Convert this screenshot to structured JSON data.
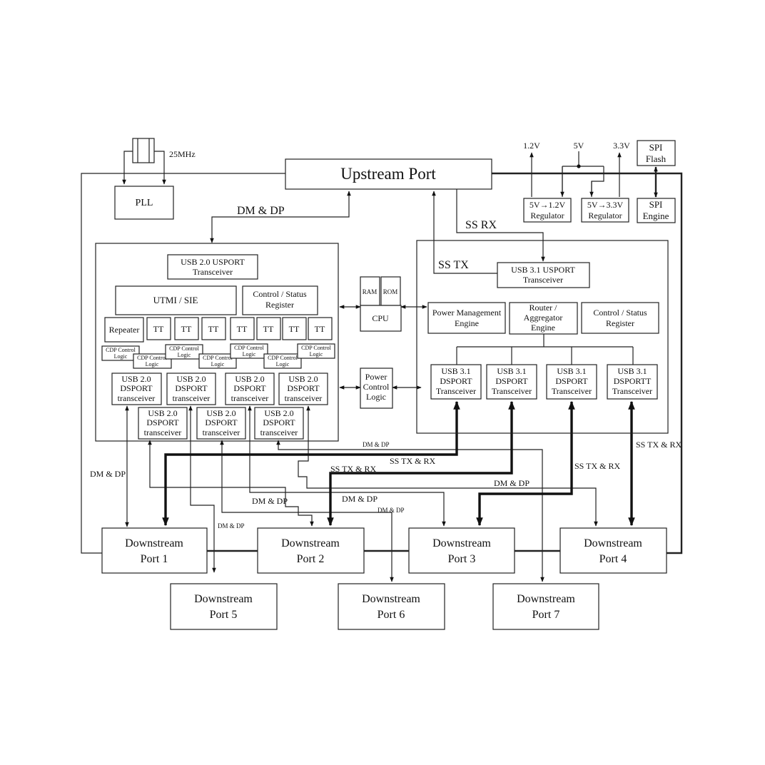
{
  "crystal": {
    "freq": "25MHz"
  },
  "pll": {
    "label": "PLL"
  },
  "upstream": {
    "label": "Upstream Port"
  },
  "power": {
    "v12": "1.2V",
    "v5": "5V",
    "v33": "3.3V",
    "reg1": [
      "5V→1.2V",
      "Regulator"
    ],
    "reg2": [
      "5V→3.3V",
      "Regulator"
    ]
  },
  "spi": {
    "flash": [
      "SPI",
      "Flash"
    ],
    "engine": [
      "SPI",
      "Engine"
    ]
  },
  "usb2": {
    "usport": [
      "USB 2.0 USPORT",
      "Transceiver"
    ],
    "utmi": "UTMI / SIE",
    "ctrl": [
      "Control / Status",
      "Register"
    ],
    "repeater": "Repeater",
    "tt": [
      "TT",
      "TT",
      "TT",
      "TT",
      "TT",
      "TT",
      "TT"
    ],
    "cdp": [
      "CDP Control",
      "Logic"
    ],
    "dsport_top": [
      "USB 2.0",
      "DSPORT",
      "transceiver"
    ],
    "dsport_bot": [
      "USB 2.0",
      "DSPORT",
      "transceiver"
    ]
  },
  "core": {
    "ram": "RAM",
    "rom": "ROM",
    "cpu": "CPU",
    "pcl": [
      "Power",
      "Control",
      "Logic"
    ]
  },
  "usb3": {
    "usport": [
      "USB 3.1 USPORT",
      "Transceiver"
    ],
    "pme": [
      "Power Management",
      "Engine"
    ],
    "router": [
      "Router /",
      "Aggregator",
      "Engine"
    ],
    "ctrl": [
      "Control / Status",
      "Register"
    ],
    "dsport": [
      [
        "USB 3.1",
        "DSPORT",
        "Transceiver"
      ],
      [
        "USB 3.1",
        "DSPORT",
        "Transceiver"
      ],
      [
        "USB 3.1",
        "DSPORT",
        "Transceiver"
      ],
      [
        "USB 3.1",
        "DSPORTT",
        "Transceiver"
      ]
    ]
  },
  "signals": {
    "dm_dp": "DM & DP",
    "ss_rx": "SS RX",
    "ss_tx": "SS TX",
    "ss_txrx": "SS TX & RX"
  },
  "downstream": [
    [
      "Downstream",
      "Port 1"
    ],
    [
      "Downstream",
      "Port 2"
    ],
    [
      "Downstream",
      "Port 3"
    ],
    [
      "Downstream",
      "Port 4"
    ],
    [
      "Downstream",
      "Port 5"
    ],
    [
      "Downstream",
      "Port 6"
    ],
    [
      "Downstream",
      "Port 7"
    ]
  ]
}
